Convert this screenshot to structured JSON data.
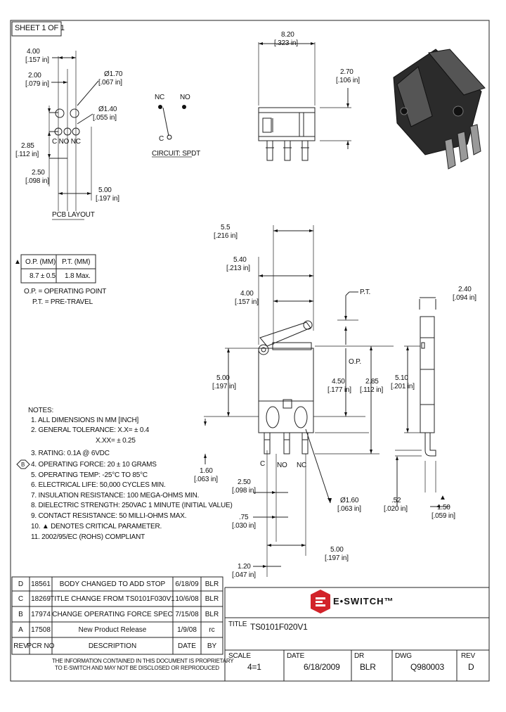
{
  "sheet": "SHEET 1 OF 1",
  "pcb": {
    "d1": "4.00",
    "d1i": "[.157 in]",
    "d2": "2.00",
    "d2i": "[.079 in]",
    "d3": "Ø1.70",
    "d3i": "[.067 in]",
    "d4": "Ø1.40",
    "d4i": "[.055 in]",
    "pins": "C  NO NC",
    "d5": "2.85",
    "d5i": "[.112 in]",
    "d6": "2.50",
    "d6i": "[.098 in]",
    "d7": "5.00",
    "d7i": "[.197 in]",
    "label": "PCB LAYOUT"
  },
  "circuit": {
    "nc": "NC",
    "no": "NO",
    "c": "C",
    "label": "CIRCUIT: SPDT"
  },
  "top": {
    "w": "8.20",
    "wi": "[.323 in]",
    "h": "2.70",
    "hi": "[.106 in]"
  },
  "op_table": {
    "marker": "▲",
    "headers": [
      "O.P. (MM)",
      "P.T. (MM)"
    ],
    "row": [
      "8.7 ± 0.5",
      "1.8 Max."
    ],
    "note1": "O.P. = OPERATING POINT",
    "note2": "P.T. = PRE-TRAVEL"
  },
  "front": {
    "a": "5.5",
    "ai": "[.216 in]",
    "b": "5.40",
    "bi": "[.213 in]",
    "c": "4.00",
    "ci": "[.157 in]",
    "pt": "P.T.",
    "op": "O.P.",
    "e": "5.00",
    "ei": "[.197 in]",
    "f": "4.50",
    "fi": "[.177 in]",
    "g": "2.85",
    "gi": "[.112 in]",
    "pins": [
      "C",
      "NO",
      "NC"
    ],
    "h": "1.60",
    "hi": "[.063 in]",
    "k": "2.50",
    "ki": "[.098 in]",
    "m": ".75",
    "mi": "[.030 in]",
    "n": "Ø1.60",
    "ni": "[.063 in]",
    "p": "5.00",
    "pi": "[.197 in]",
    "q": "1.20",
    "qi": "[.047 in]"
  },
  "side": {
    "a": "2.40",
    "ai": "[.094 in]",
    "b": "5.10",
    "bi": "[.201 in]",
    "c": ".52",
    "ci": "[.020 in]",
    "d": "1.50",
    "di": "[.059 in]",
    "marker": "▲"
  },
  "notes": {
    "title": "NOTES:",
    "items": [
      "1. ALL DIMENSIONS IN MM [INCH]",
      "2. GENERAL TOLERANCE: X.X= ± 0.4",
      "X.XX= ± 0.25",
      "3. RATING: 0.1A @ 6VDC",
      "4. OPERATING FORCE: 20 ± 10 GRAMS",
      "5. OPERATING TEMP: -25°C TO 85°C",
      "6. ELECTRICAL LIFE: 50,000 CYCLES MIN.",
      "7. INSULATION RESISTANCE: 100 MEGA-OHMS MIN.",
      "8. DIELECTRIC STRENGTH: 250VAC 1 MINUTE (INITIAL VALUE)",
      "9. CONTACT RESISTANCE: 50 MILLI-OHMS MAX.",
      "10. ▲ DENOTES CRITICAL PARAMETER.",
      "11. 2002/95/EC (ROHS) COMPLIANT"
    ],
    "rev_mark": "B"
  },
  "revisions": {
    "rows": [
      {
        "rev": "D",
        "pcr": "18561",
        "desc": "BODY CHANGED TO ADD STOP",
        "date": "6/18/09",
        "by": "BLR"
      },
      {
        "rev": "C",
        "pcr": "18269",
        "desc": "TITLE CHANGE FROM TS0101F030V1",
        "date": "10/6/08",
        "by": "BLR"
      },
      {
        "rev": "B",
        "pcr": "17974",
        "desc": "CHANGE OPERATING FORCE SPEC",
        "date": "7/15/08",
        "by": "BLR"
      },
      {
        "rev": "A",
        "pcr": "17508",
        "desc": "New Product Release",
        "date": "1/9/08",
        "by": "rc"
      }
    ],
    "headers": {
      "rev": "REV",
      "pcr": "PCR NO",
      "desc": "DESCRIPTION",
      "date": "DATE",
      "by": "BY"
    },
    "disclaimer1": "THE INFORMATION CONTAINED IN THIS DOCUMENT IS PROPRIETARY",
    "disclaimer2": "TO E-SWITCH AND MAY NOT BE DISCLOSED OR REPRODUCED"
  },
  "title_block": {
    "brand": "E•SWITCH™",
    "title_label": "TITLE",
    "title": "TS0101F020V1",
    "scale_label": "SCALE",
    "scale": "4=1",
    "date_label": "DATE",
    "date": "6/18/2009",
    "dr_label": "DR",
    "dr": "BLR",
    "dwg_label": "DWG",
    "dwg": "Q980003",
    "rev_label": "REV",
    "rev": "D",
    "brand_color": "#d2232a"
  }
}
